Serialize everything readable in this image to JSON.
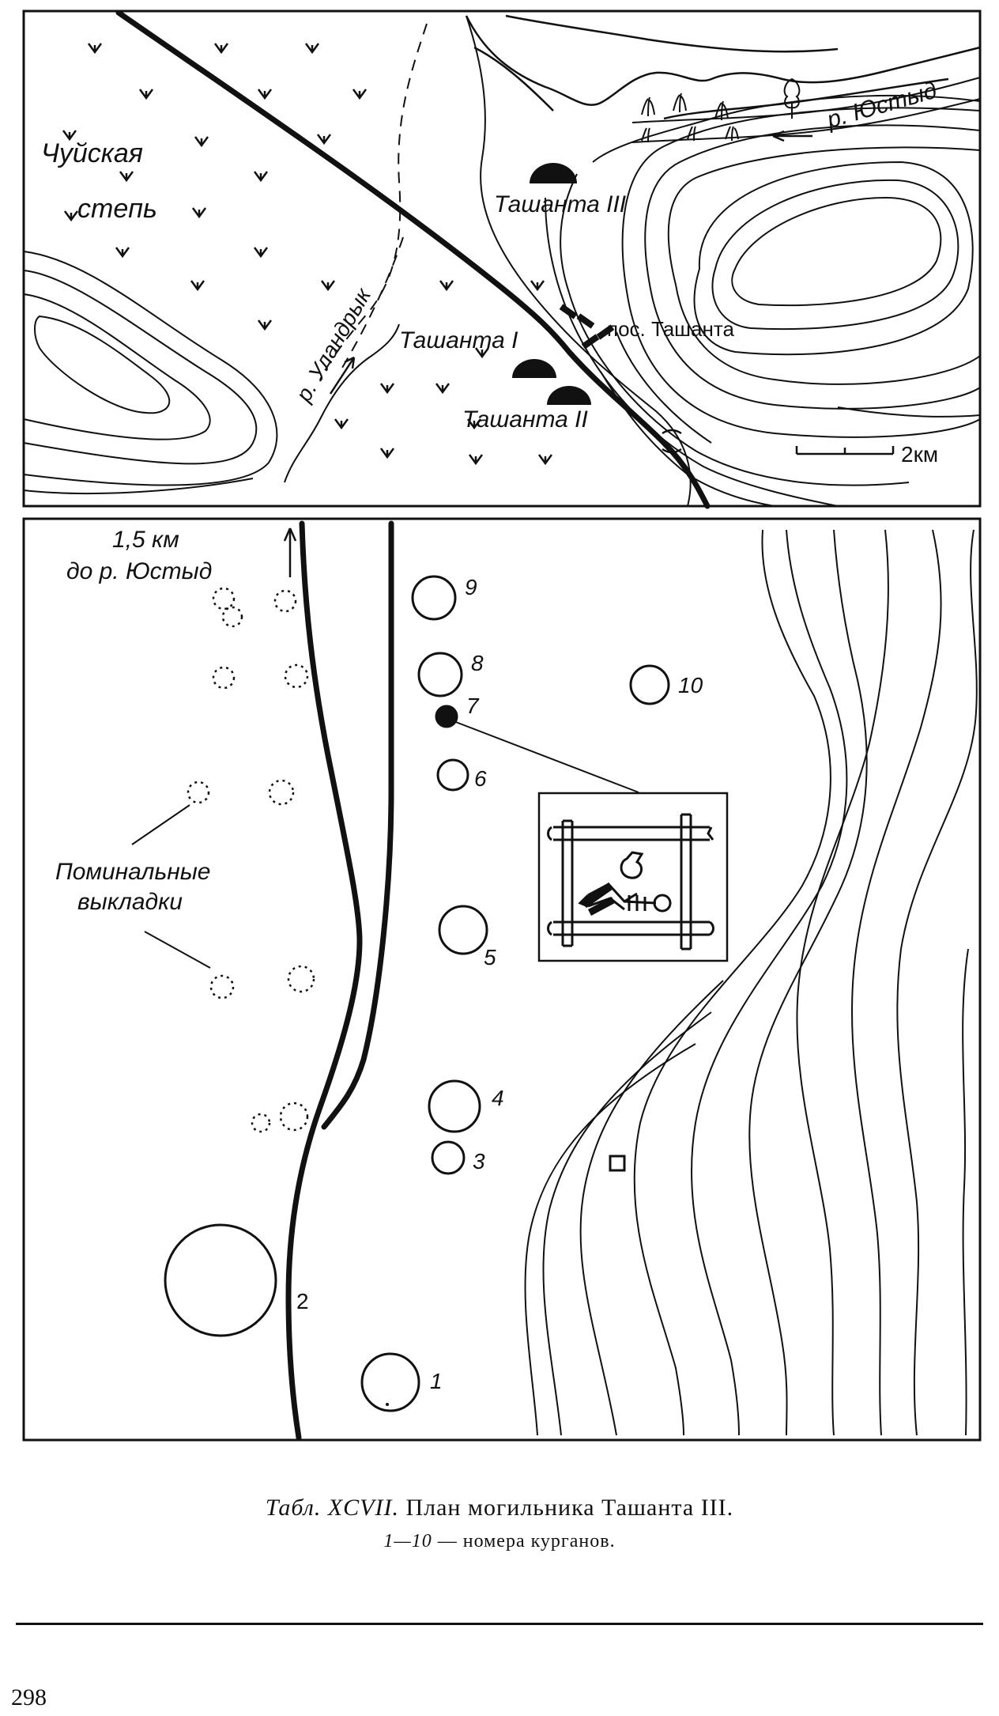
{
  "map": {
    "steppe_label_1": "Чуйская",
    "steppe_label_2": "степь",
    "river_yustyd": "р. Юстыд",
    "river_ulandryk": "р. Уландрык",
    "site_tashanta_3": "Ташанта III",
    "site_tashanta_1": "Ташанта I",
    "site_tashanta_2": "Ташанта II",
    "village": "пос. Ташанта",
    "scale_label": "2км"
  },
  "plan": {
    "distance_note_1": "1,5 км",
    "distance_note_2": "до р. Юстыд",
    "memorial_label_1": "Поминальные",
    "memorial_label_2": "выкладки",
    "kurgans": [
      {
        "label": "1"
      },
      {
        "label": "2"
      },
      {
        "label": "3"
      },
      {
        "label": "4"
      },
      {
        "label": "5"
      },
      {
        "label": "6"
      },
      {
        "label": "7"
      },
      {
        "label": "8"
      },
      {
        "label": "9"
      },
      {
        "label": "10"
      }
    ]
  },
  "caption": {
    "table_ref": "Табл. XCVII.",
    "title": "План могильника Ташанта III.",
    "numbers": "1—10",
    "legend_text": "— номера курганов."
  },
  "page_number": "298"
}
